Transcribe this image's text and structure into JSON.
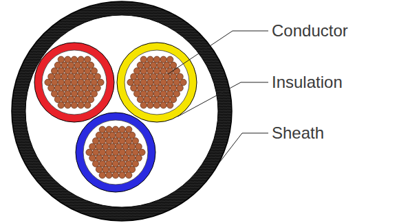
{
  "diagram": {
    "labels": [
      "Conductor",
      "Insulation",
      "Sheath"
    ]
  }
}
